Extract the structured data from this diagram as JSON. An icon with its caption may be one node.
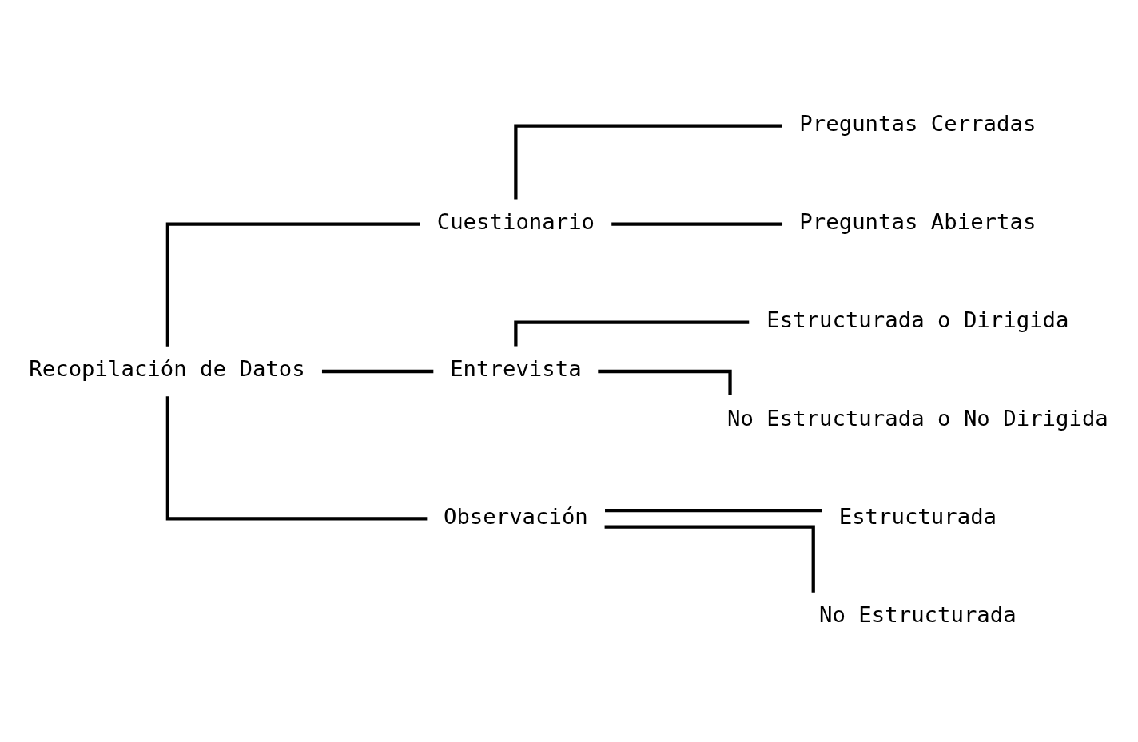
{
  "diagram": {
    "nodes": [
      {
        "text": [
          "Recopilación de Datos"
        ]
      },
      {
        "text": [
          "Cuestionario"
        ]
      },
      {
        "text": [
          "Entrevista"
        ]
      },
      {
        "text": [
          "Observación"
        ]
      },
      {
        "text": [
          "Preguntas Cerradas"
        ]
      },
      {
        "text": [
          "Preguntas Abiertas"
        ]
      },
      {
        "text": [
          "Estructurada o Dirigida"
        ]
      },
      {
        "text": [
          "No Estructurada o No Dirigida"
        ]
      },
      {
        "text": [
          "Estructurada"
        ]
      },
      {
        "text": [
          "No Estructurada"
        ]
      }
    ],
    "edges": [
      {
        "from": 0,
        "to": 1,
        "arrow": "none"
      },
      {
        "from": 0,
        "to": 2,
        "arrow": "none"
      },
      {
        "from": 0,
        "to": 3,
        "arrow": "none"
      },
      {
        "from": 1,
        "to": 4,
        "arrow": "none"
      },
      {
        "from": 1,
        "to": 5,
        "arrow": "none"
      },
      {
        "from": 2,
        "to": 6,
        "arrow": "none"
      },
      {
        "from": 2,
        "to": 7,
        "arrow": "none"
      },
      {
        "from": 3,
        "to": 8,
        "arrow": "none"
      },
      {
        "from": 3,
        "to": 9,
        "arrow": "none"
      }
    ]
  }
}
